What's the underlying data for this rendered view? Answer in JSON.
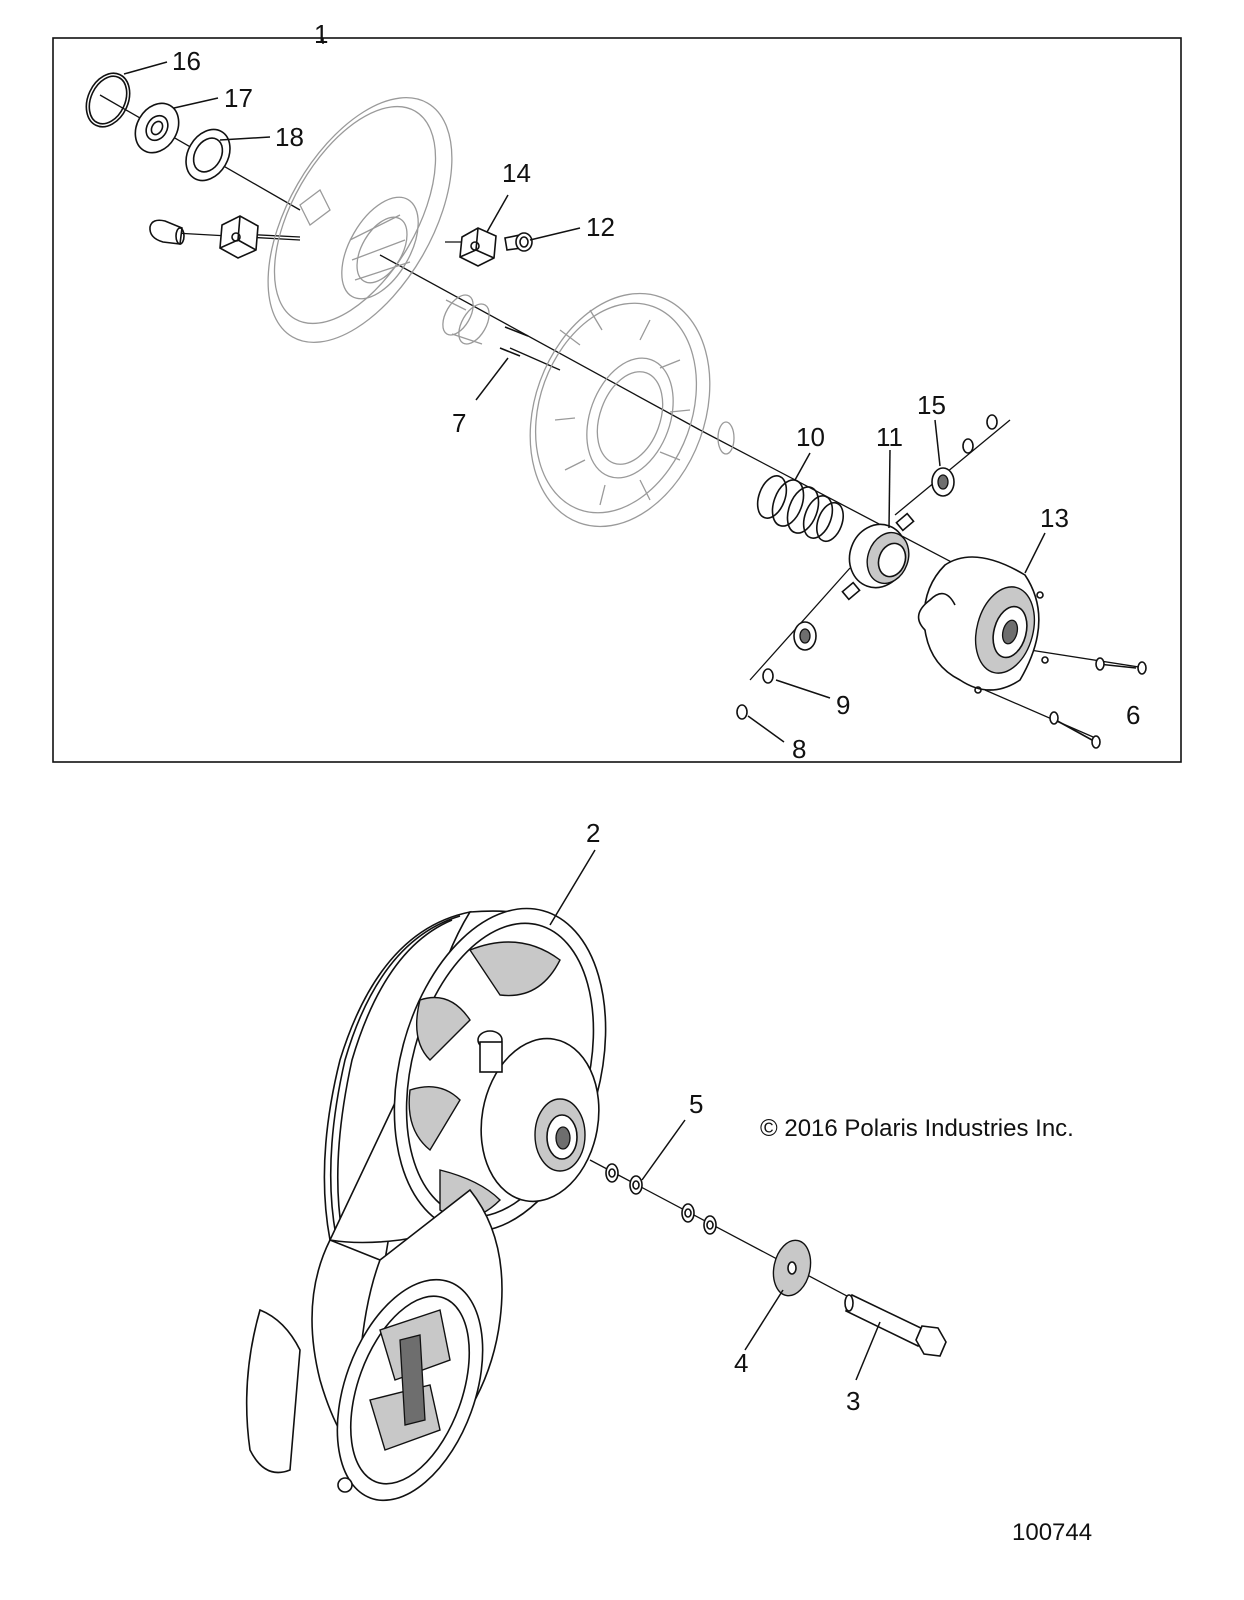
{
  "callouts": {
    "c1": "1",
    "c2": "2",
    "c3": "3",
    "c4": "4",
    "c5": "5",
    "c6": "6",
    "c7": "7",
    "c8": "8",
    "c9": "9",
    "c10": "10",
    "c11": "11",
    "c12": "12",
    "c13": "13",
    "c14": "14",
    "c15": "15",
    "c16": "16",
    "c17": "17",
    "c18": "18"
  },
  "copyright": "© 2016 Polaris Industries Inc.",
  "figure_number": "100744"
}
